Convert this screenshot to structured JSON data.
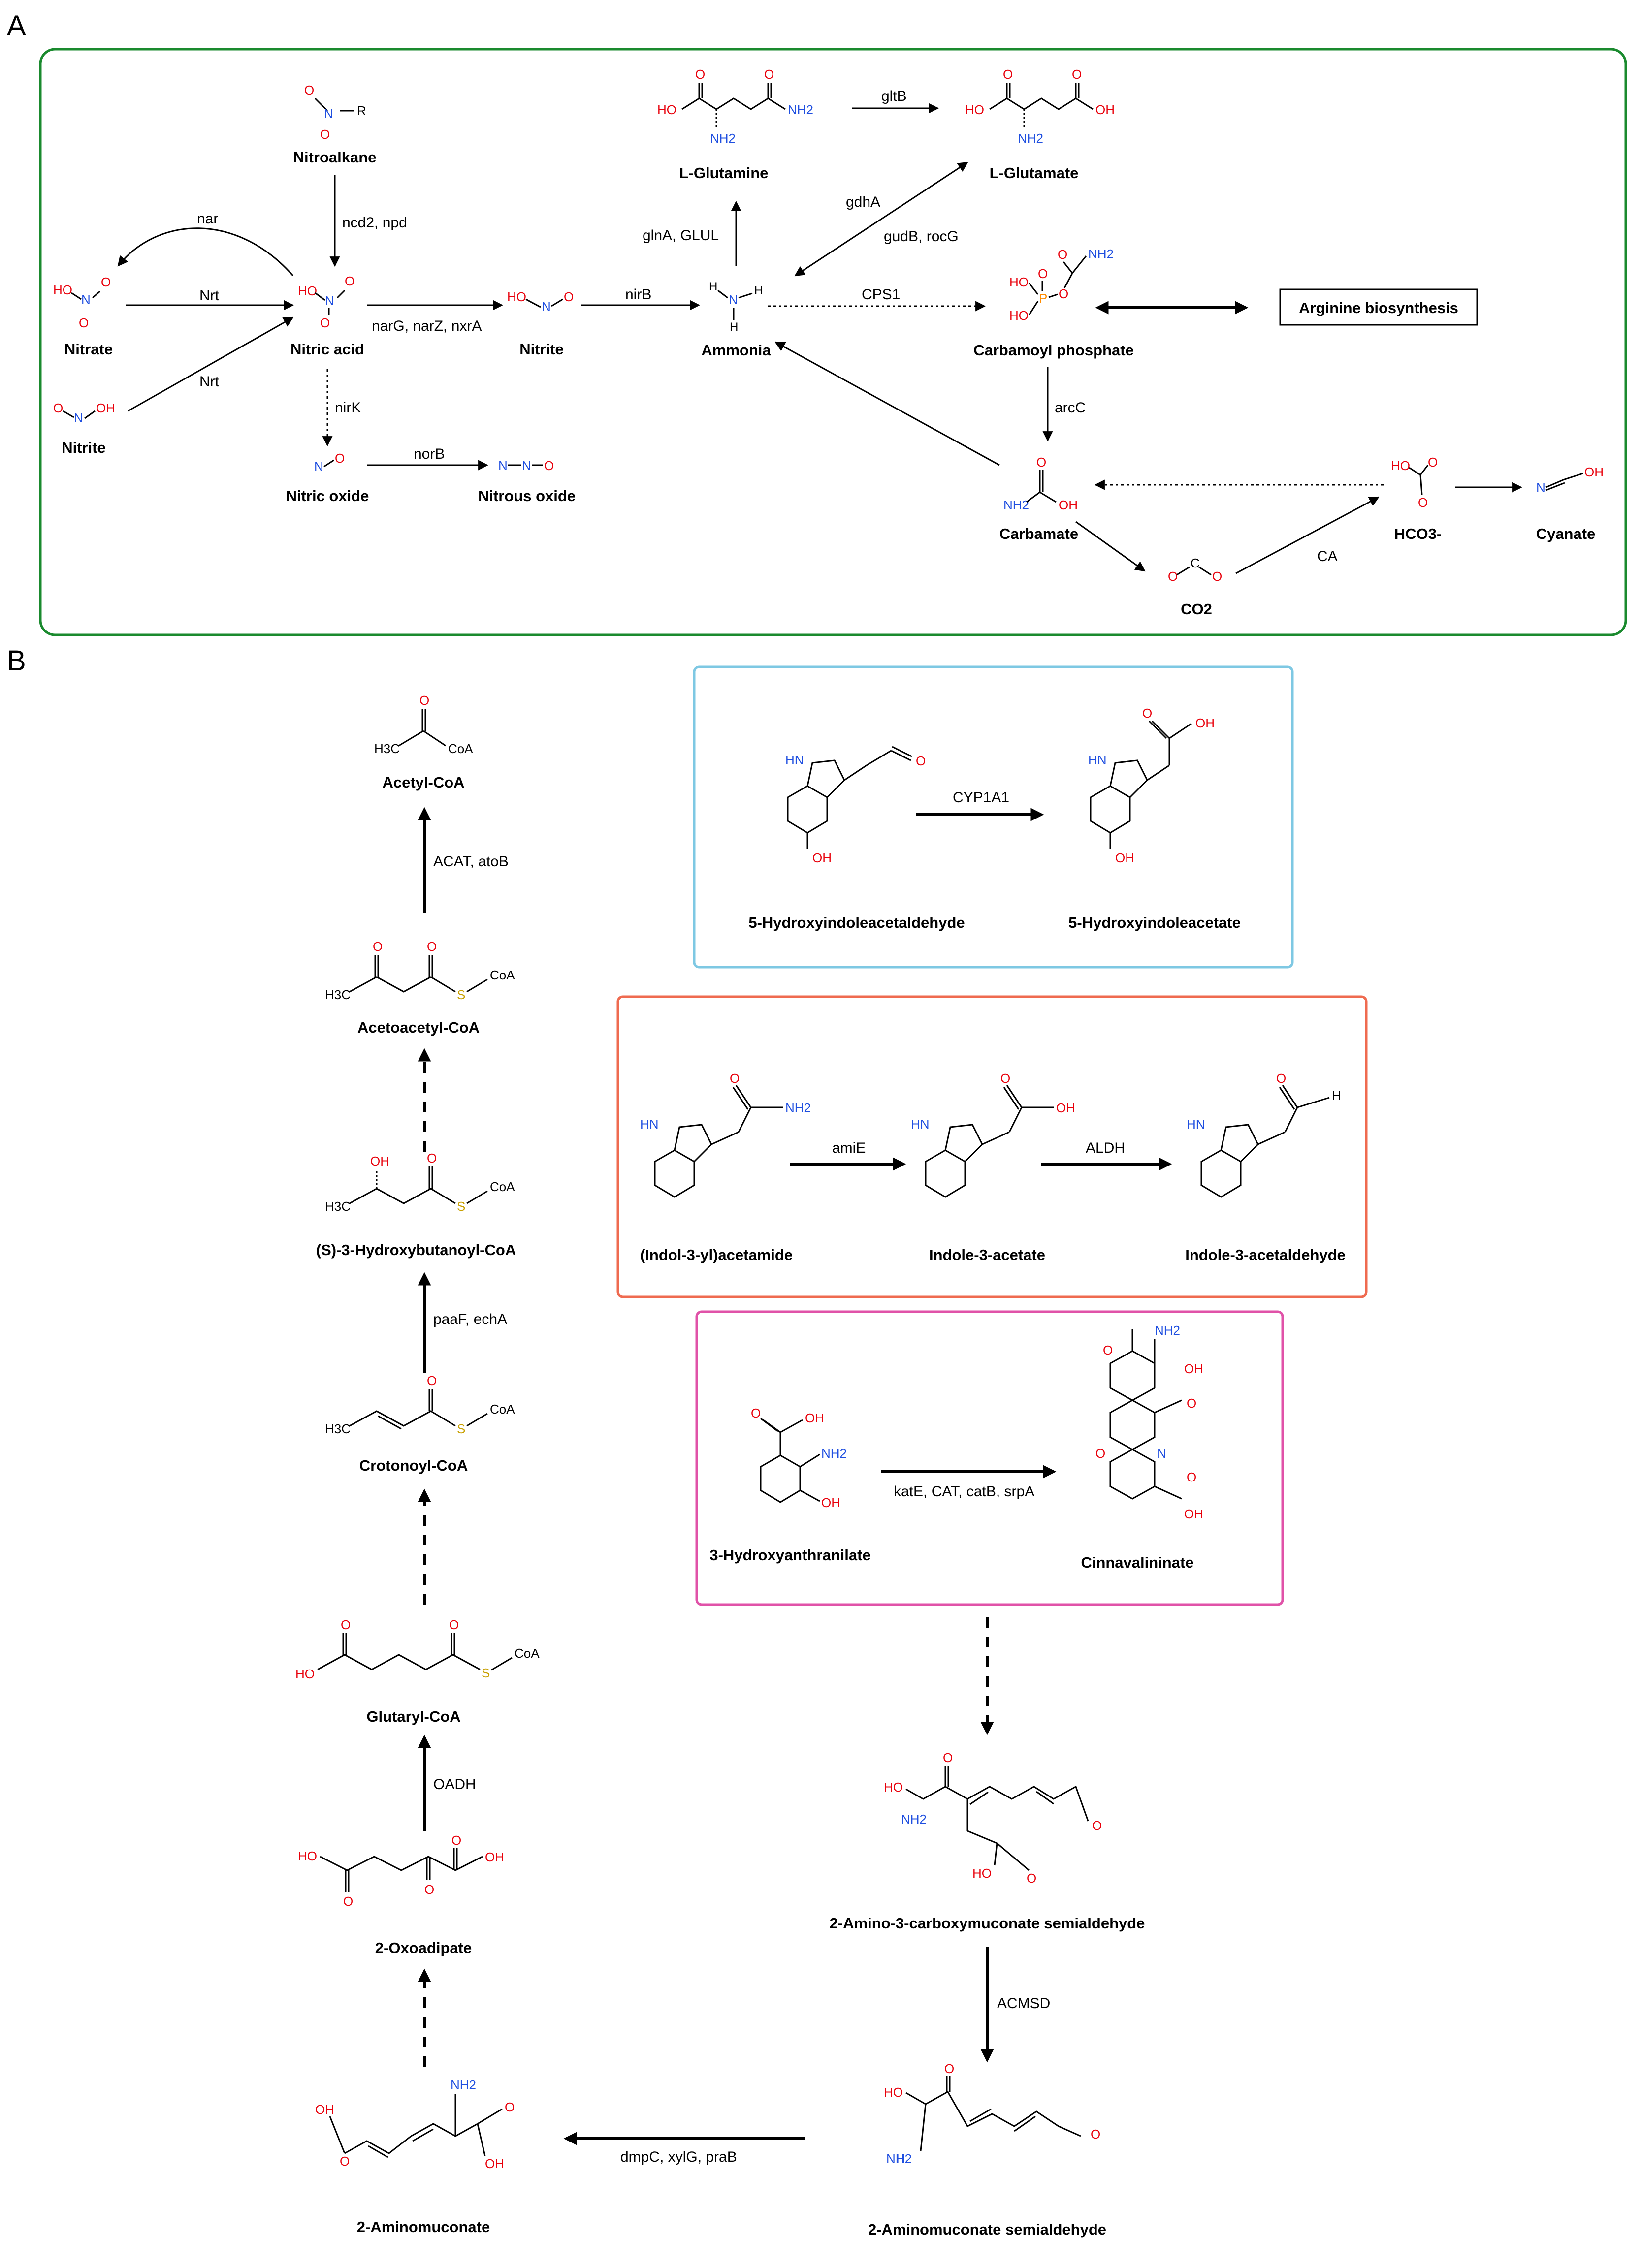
{
  "panels": {
    "a_label": "A",
    "b_label": "B",
    "a_border_color": "#1a8a2e",
    "b_box_colors": [
      "#7ec8e3",
      "#ef6b50",
      "#e052a8"
    ]
  },
  "panelA": {
    "compounds": {
      "nitroalkane": "Nitroalkane",
      "nitrate": "Nitrate",
      "nitric_acid": "Nitric acid",
      "nitrite_a": "Nitrite",
      "nitrite_b": "Nitrite",
      "nitric_oxide": "Nitric oxide",
      "nitrous_oxide": "Nitrous oxide",
      "ammonia": "Ammonia",
      "l_glutamine": "L-Glutamine",
      "l_glutamate": "L-Glutamate",
      "carbamoyl_phosphate": "Carbamoyl phosphate",
      "arginine": "Arginine biosynthesis",
      "carbamate": "Carbamate",
      "co2": "CO2",
      "hco3": "HCO3-",
      "cyanate": "Cyanate"
    },
    "enzymes": {
      "nar": "nar",
      "nrt1": "Nrt",
      "nrt2": "Nrt",
      "ncd2": "ncd2, npd",
      "narg": "narG, narZ, nxrA",
      "nirb": "nirB",
      "nirk": "nirK",
      "norb": "norB",
      "glna": "glnA, GLUL",
      "gltb": "gltB",
      "gdha": "gdhA",
      "gudb": "gudB, rocG",
      "cps1": "CPS1",
      "arcc": "arcC",
      "ca": "CA"
    }
  },
  "panelB": {
    "compounds": {
      "acetyl_coa": "Acetyl-CoA",
      "acetoacetyl_coa": "Acetoacetyl-CoA",
      "hydroxybutanoyl_coa": "(S)-3-Hydroxybutanoyl-CoA",
      "crotonoyl_coa": "Crotonoyl-CoA",
      "glutaryl_coa": "Glutaryl-CoA",
      "oxoadipate": "2-Oxoadipate",
      "aminomuconate": "2-Aminomuconate",
      "hydroxyindoleacetaldehyde": "5-Hydroxyindoleacetaldehyde",
      "hydroxyindoleacetate": "5-Hydroxyindoleacetate",
      "indolylacetamide": "(Indol-3-yl)acetamide",
      "indole_acetate": "Indole-3-acetate",
      "indole_acetaldehyde": "Indole-3-acetaldehyde",
      "hydroxyanthranilate": "3-Hydroxyanthranilate",
      "cinnavalininate": "Cinnavalininate",
      "acms": "2-Amino-3-carboxymuconate semialdehyde",
      "aminomuconate_semialdehyde": "2-Aminomuconate semialdehyde"
    },
    "enzymes": {
      "acat": "ACAT, atoB",
      "paaf": "paaF, echA",
      "oadh": "OADH",
      "cyp1a1": "CYP1A1",
      "amie": "amiE",
      "aldh": "ALDH",
      "kate": "katE, CAT, catB, srpA",
      "acmsd": "ACMSD",
      "dmpc": "dmpC, xylG, praB"
    }
  },
  "atoms": {
    "O": "O",
    "OH": "OH",
    "HO": "HO",
    "NH2": "NH2",
    "N": "N",
    "H": "H",
    "HN": "HN",
    "S": "S",
    "P": "P",
    "CoA": "CoA",
    "R": "R",
    "C": "C",
    "H3C": "H3C",
    "plus": "+",
    "minus": "-",
    "dot": "•"
  }
}
